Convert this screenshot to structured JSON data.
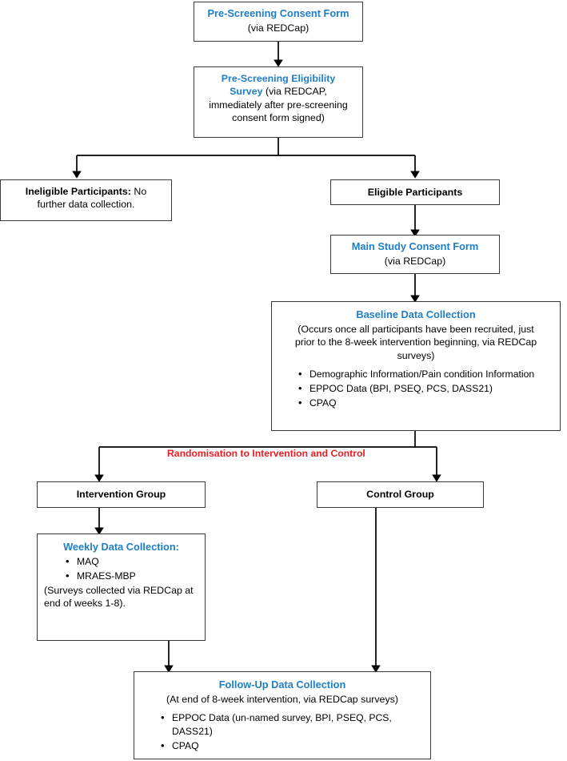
{
  "diagram": {
    "title": "Study data collection flowchart",
    "accent_blue": "#1f7ec4",
    "accent_red": "#ee1c25",
    "border_color": "#3a3a3a"
  },
  "nodes": {
    "pre_screening_consent": {
      "heading": "Pre-Screening Consent Form",
      "sub": "(via REDCap)"
    },
    "pre_screening_eligibility": {
      "heading": "Pre-Screening Eligibility",
      "heading2": "Survey",
      "sub": " (via REDCAP,",
      "line3": "immediately after pre-screening",
      "line4": "consent form signed)"
    },
    "ineligible": {
      "bold": "Ineligible Participants:",
      "rest": " No",
      "line2": "further data collection."
    },
    "eligible": {
      "label": "Eligible Participants"
    },
    "main_consent": {
      "heading": "Main Study Consent Form",
      "sub": "(via REDCap)"
    },
    "baseline": {
      "heading": "Baseline Data Collection",
      "sub_line1": "(Occurs once all participants have been recruited, just",
      "sub_line2": "prior to the 8-week intervention beginning, via REDCap",
      "sub_line3": "surveys)",
      "bullets": [
        "Demographic Information/Pain condition Information",
        "EPPOC Data (BPI, PSEQ, PCS, DASS21)",
        "CPAQ"
      ]
    },
    "randomisation_label": "Randomisation to Intervention and Control",
    "intervention_group": {
      "label": "Intervention Group"
    },
    "control_group": {
      "label": "Control Group"
    },
    "weekly": {
      "heading": "Weekly Data Collection:",
      "bullets": [
        "MAQ",
        "MRAES-MBP"
      ],
      "note_line1": "(Surveys collected via REDCap at",
      "note_line2": "end of weeks 1-8)."
    },
    "followup": {
      "heading": "Follow-Up Data Collection",
      "sub": "(At end of 8-week intervention, via REDCap surveys)",
      "bullets": [
        "EPPOC Data (un-named survey, BPI, PSEQ, PCS, DASS21)",
        "CPAQ"
      ]
    }
  }
}
